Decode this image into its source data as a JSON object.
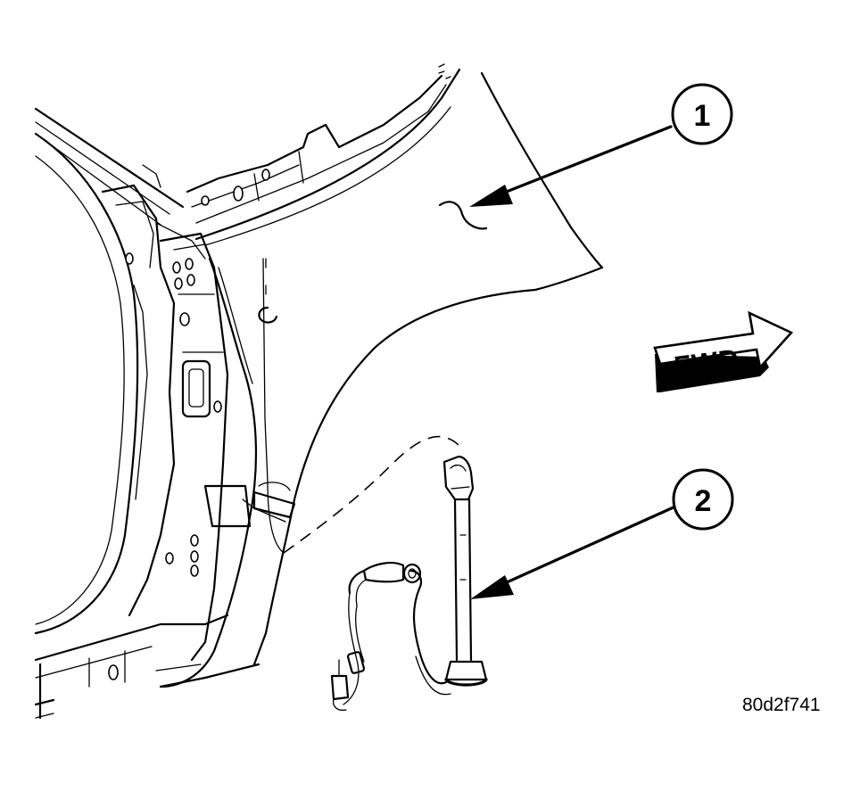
{
  "callouts": [
    {
      "number": "1"
    },
    {
      "number": "2"
    }
  ],
  "direction_arrow": {
    "label": "FWD"
  },
  "figure_id": "80d2f741"
}
